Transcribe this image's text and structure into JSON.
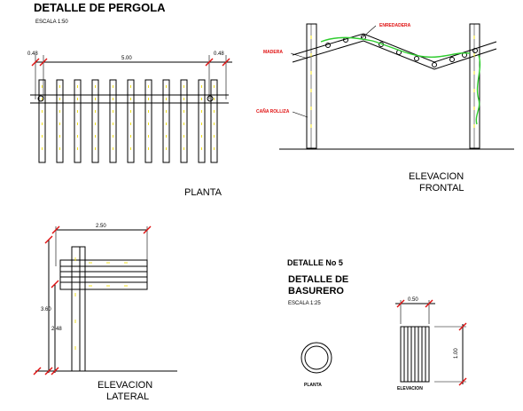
{
  "titles": {
    "pergola": "DETALLE DE PERGOLA",
    "pergola_scale": "ESCALA 1:50",
    "basurero_no": "DETALLE No 5",
    "basurero_1": "DETALLE DE",
    "basurero_2": "BASURERO",
    "basurero_scale": "ESCALA 1:25"
  },
  "views": {
    "planta": "PLANTA",
    "elev_frontal_1": "ELEVACION",
    "elev_frontal_2": "FRONTAL",
    "elev_lateral_1": "ELEVACION",
    "elev_lateral_2": "LATERAL",
    "bas_planta": "PLANTA",
    "bas_elevacion": "ELEVACION"
  },
  "dimensions": {
    "left_overhang": "0.48",
    "span": "5.00",
    "right_overhang": "0.48",
    "lateral_width": "2.50",
    "lateral_total_h": "3.60",
    "lateral_beam_h": "2.48",
    "bas_width": "0.50",
    "bas_height": "1.00"
  },
  "labels": {
    "enredadera": "ENREDADERA",
    "madera": "MADERA",
    "cana": "CAÑA ROLLIZA"
  },
  "colors": {
    "line": "#000000",
    "dimension": "#e01010",
    "accent": "#f0e020",
    "vine": "#2ecc2e"
  }
}
